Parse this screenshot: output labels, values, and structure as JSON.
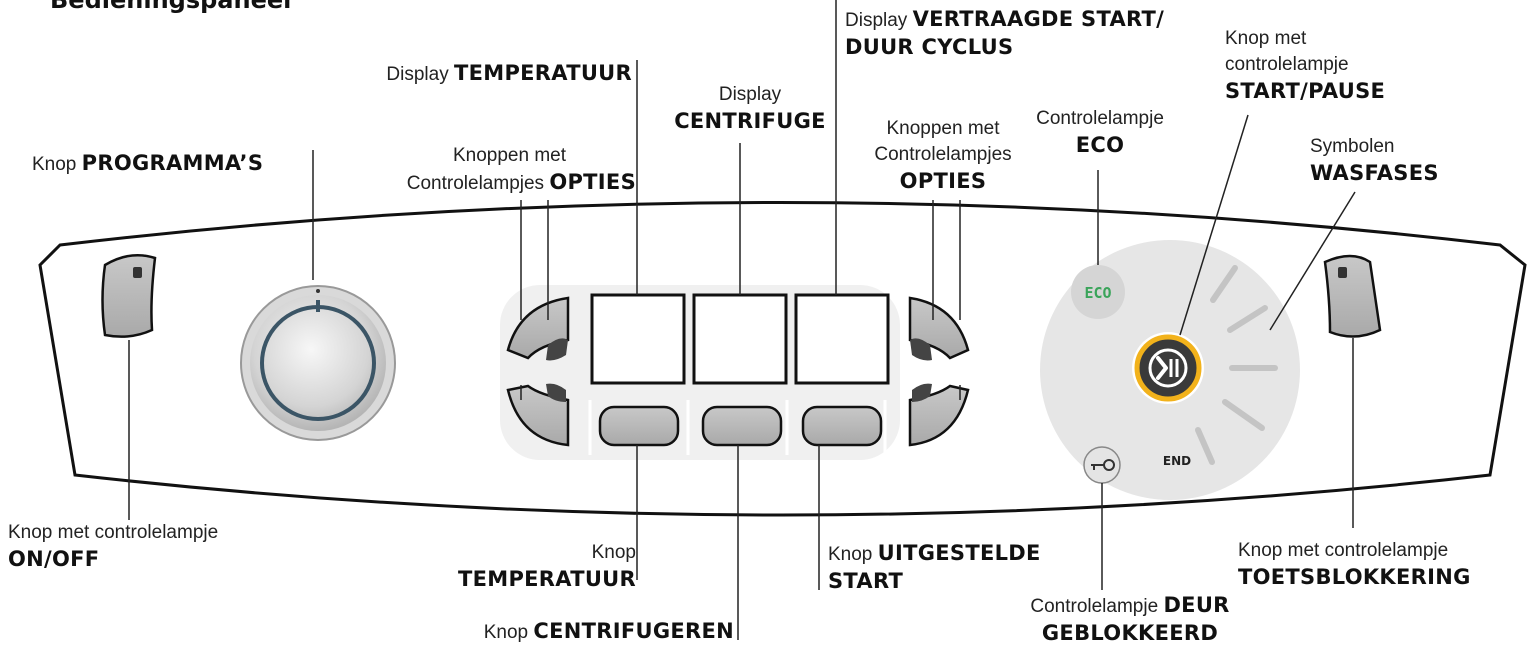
{
  "title": "Bedieningspaneel",
  "labels": {
    "programs": {
      "normal": "Knop ",
      "bold": "PROGRAMMA’S"
    },
    "options_left": {
      "line1": "Knoppen met",
      "line2": "Controlelampjes ",
      "bold": "OPTIES"
    },
    "temp_display": {
      "normal": "Display ",
      "bold": "TEMPERATUUR"
    },
    "spin_display": {
      "normal": "Display",
      "bold": "CENTRIFUGE"
    },
    "delay_display": {
      "normal": "Display ",
      "bold1": "VERTRAAGDE START/",
      "bold2": "DUUR CYCLUS"
    },
    "options_right": {
      "line1": "Knoppen met",
      "line2": "Controlelampjes",
      "bold": "OPTIES"
    },
    "eco_light": {
      "normal": "Controlelampje",
      "bold": "ECO"
    },
    "start_pause": {
      "line1": "Knop met",
      "line2": "controlelampje",
      "bold": "START/PAUSE"
    },
    "phases": {
      "normal": "Symbolen",
      "bold": "WASFASES"
    },
    "on_off": {
      "normal": "Knop met controlelampje",
      "bold": "ON/OFF"
    },
    "temp_button": {
      "normal": "Knop",
      "bold": "TEMPERATUUR"
    },
    "spin_button": {
      "normal": "Knop ",
      "bold": "CENTRIFUGEREN"
    },
    "delay_button": {
      "normal": "Knop ",
      "bold1": "UITGESTELDE",
      "bold2": "START"
    },
    "door_locked": {
      "normal": "Controlelampje ",
      "bold1": "DEUR",
      "bold2": "GEBLOKKEERD"
    },
    "key_lock": {
      "normal": "Knop met controlelampje",
      "bold": "TOETSBLOKKERING"
    }
  },
  "panel": {
    "eco_text": "ECO",
    "end_text": "END"
  },
  "colors": {
    "ring_accent": "#f2b21b",
    "eco_green": "#3aa45a",
    "knob_ring": "#3b5566"
  }
}
